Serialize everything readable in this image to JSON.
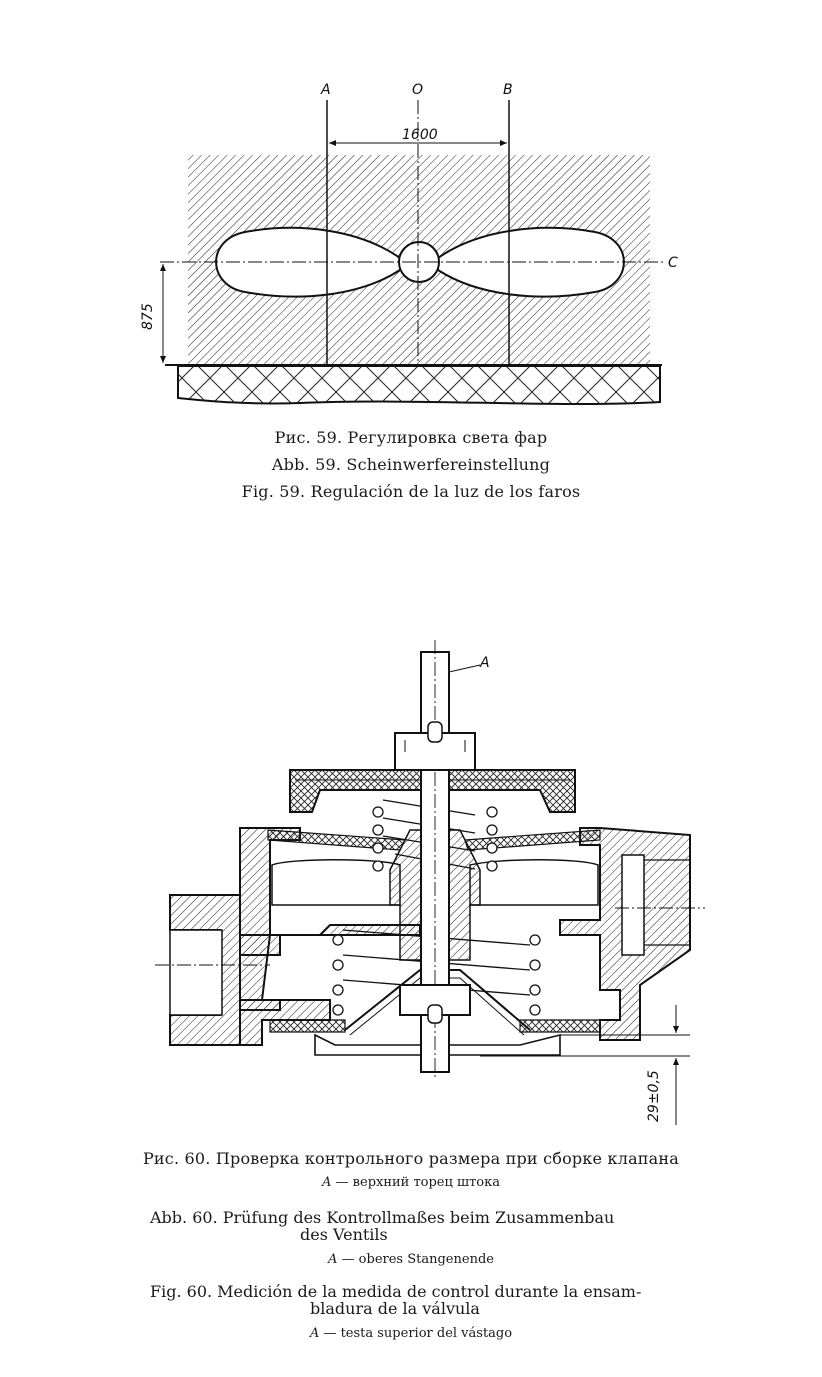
{
  "figure59": {
    "labels": {
      "a": "A",
      "o": "O",
      "b": "B",
      "c": "C",
      "width": "1600",
      "height": "875"
    },
    "caption_ru": "Рис. 59. Регулировка света фар",
    "caption_de": "Abb. 59. Scheinwerfereinstellung",
    "caption_es": "Fig. 59. Regulación de la luz de los faros"
  },
  "figure60": {
    "labels": {
      "a": "A",
      "dimension": "29±0,5"
    },
    "caption_ru": "Рис. 60. Проверка контрольного размера при сборке клапана",
    "legend_ru_letter": "A",
    "legend_ru_text": "— верхний торец штока",
    "caption_de_line1": "Abb. 60. Prüfung des Kontrollmaßes beim Zusammenbau",
    "caption_de_line2": "des Ventils",
    "legend_de_letter": "A",
    "legend_de_text": "— oberes Stangenende",
    "caption_es_line1": "Fig. 60. Medición de la medida de control durante la ensam-",
    "caption_es_line2": "bladura de la válvula",
    "legend_es_letter": "A",
    "legend_es_text": "— testa superior del vástago"
  }
}
